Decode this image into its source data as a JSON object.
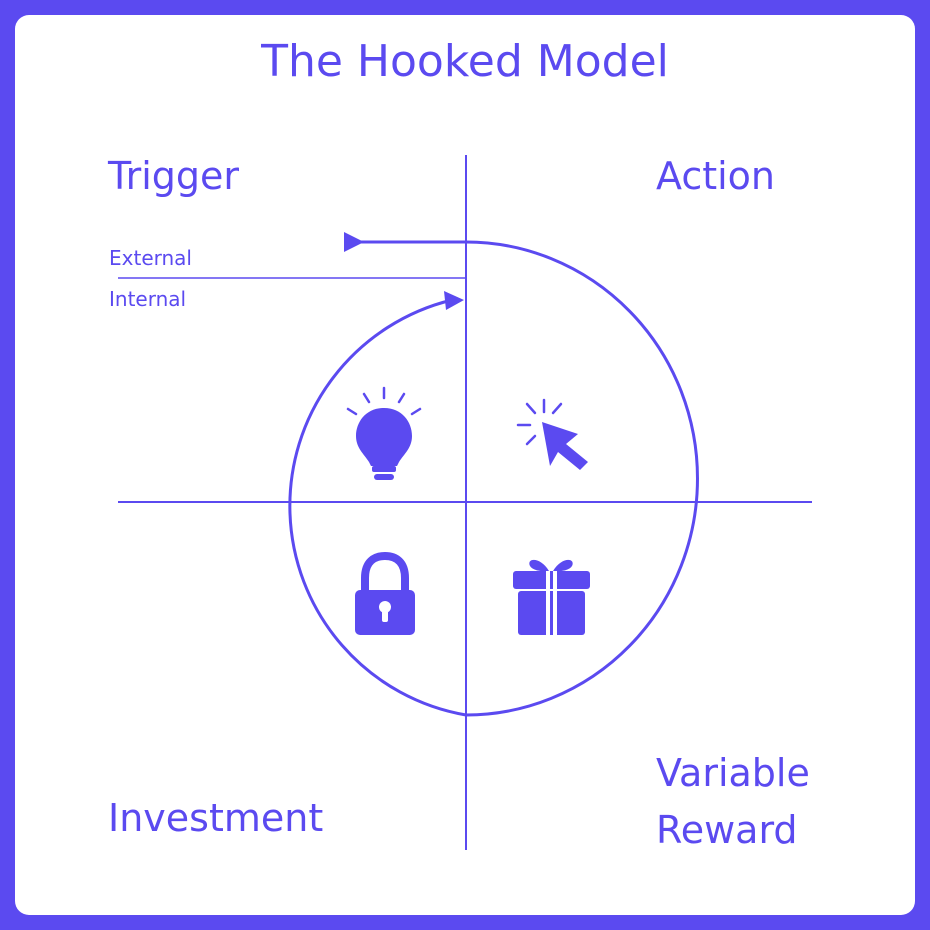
{
  "title": "The Hooked Model",
  "quadrants": {
    "trigger": "Trigger",
    "action": "Action",
    "investment": "Investment",
    "variable_reward_line1": "Variable",
    "variable_reward_line2": "Reward"
  },
  "trigger_types": {
    "external": "External",
    "internal": "Internal"
  },
  "icons": {
    "trigger": "lightbulb-icon",
    "action": "cursor-click-icon",
    "investment": "padlock-icon",
    "variable_reward": "gift-icon"
  },
  "colors": {
    "accent": "#5b4af0",
    "background": "#ffffff"
  }
}
